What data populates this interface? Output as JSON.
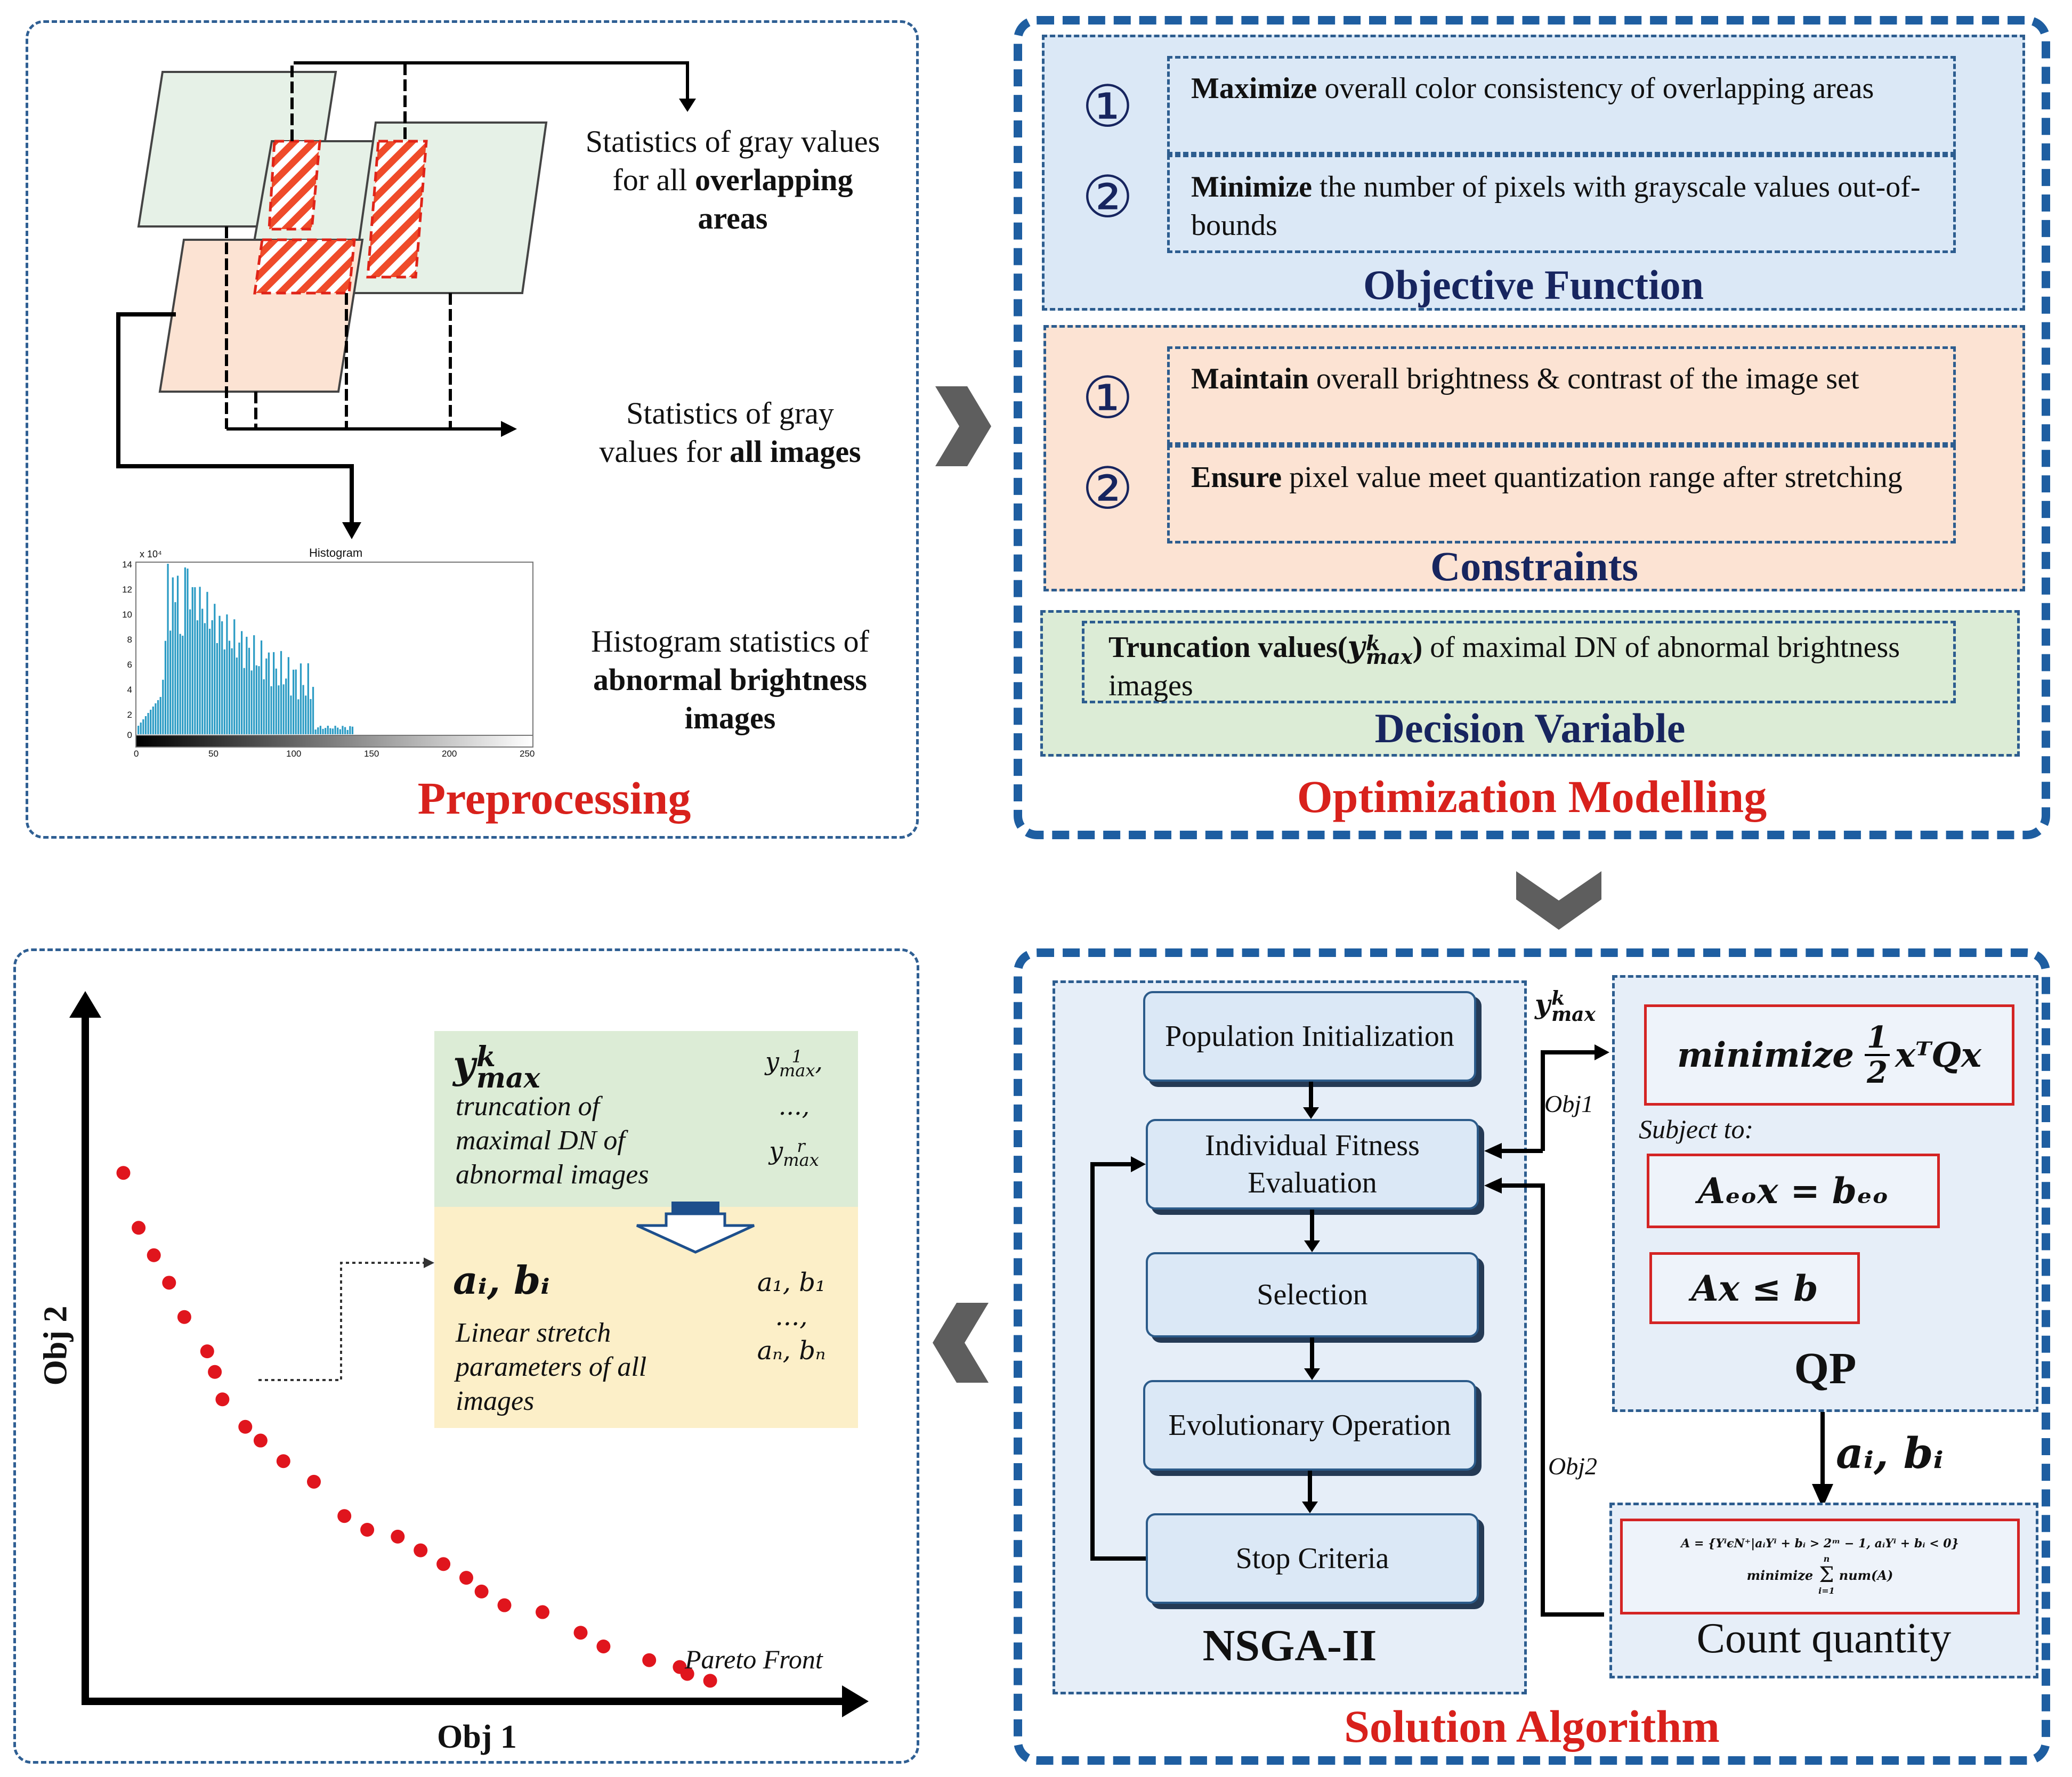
{
  "preprocessing": {
    "title": "Preprocessing",
    "overlap_text": [
      "Statistics of gray values",
      "for all ",
      "overlapping",
      "areas"
    ],
    "allimages_text": [
      "Statistics of gray",
      "values for ",
      "all images"
    ],
    "histogram_text": [
      "Histogram statistics of",
      "abnormal brightness",
      "images"
    ],
    "histogram": {
      "title": "Histogram",
      "exponent_label": "x 10⁴",
      "y_ticks": [
        "14",
        "12",
        "10",
        "8",
        "6",
        "4",
        "2",
        "0"
      ],
      "x_ticks": [
        "0",
        "50",
        "100",
        "150",
        "200",
        "250"
      ]
    }
  },
  "optimization": {
    "title": "Optimization Modelling",
    "objective": {
      "title": "Objective Function",
      "items": [
        {
          "num": "①",
          "bold": "Maximize",
          "rest": " overall color consistency of overlapping areas"
        },
        {
          "num": "②",
          "bold": "Minimize",
          "rest": " the number of  pixels with grayscale values out-of-bounds"
        }
      ]
    },
    "constraints": {
      "title": "Constraints",
      "items": [
        {
          "num": "①",
          "bold": "Maintain",
          "rest": "  overall brightness & contrast of the image set"
        },
        {
          "num": "②",
          "bold": "Ensure",
          "rest": "  pixel value meet quantization range after stretching"
        }
      ]
    },
    "decision": {
      "title": "Decision Variable",
      "bold": "Truncation values(",
      "var_base": "y",
      "var_sup": "k",
      "var_sub": "max",
      "bold_close": ")",
      "rest": " of maximal DN of abnormal brightness images"
    }
  },
  "solution": {
    "title": "Solution Algorithm",
    "nsga_label": "NSGA-II",
    "flow": [
      "Population Initialization",
      "Individual Fitness Evaluation",
      "Selection",
      "Evolutionary Operation",
      "Stop Criteria"
    ],
    "ymax_label": {
      "base": "y",
      "sup": "k",
      "sub": "max"
    },
    "obj1": "Obj1",
    "obj2": "Obj2",
    "qp": {
      "title": "QP",
      "minimize": "minimize",
      "frac_num": "1",
      "frac_den": "2",
      "objective_expr": "xᵀQx",
      "subject_to": "Subject to:",
      "eq_constraint": "Aₑₒx = bₑₒ",
      "ineq_constraint": "Ax ≤ b"
    },
    "ab_label": "aᵢ, bᵢ",
    "count": {
      "title": "Count quantity",
      "set_def": "A = {YⁱϵN⁺|aᵢYⁱ + bᵢ > 2ᵐ − 1,  aᵢYⁱ + bᵢ < 0}",
      "minimize": "minimize",
      "sum_top": "n",
      "sum_bottom": "i=1",
      "sum_term": "num(A)"
    }
  },
  "pareto": {
    "xlabel": "Obj 1",
    "ylabel": "Obj 2",
    "front_label": "Pareto Front",
    "legend_top": {
      "var": {
        "base": "y",
        "sup": "k",
        "sub": "max"
      },
      "desc": [
        "truncation of",
        "maximal DN of",
        "abnormal images"
      ],
      "list": [
        {
          "base": "y",
          "sup": "1",
          "sub": "max",
          "tail": ","
        },
        {
          "text": "...,"
        },
        {
          "base": "y",
          "sup": "r",
          "sub": "max",
          "tail": ""
        }
      ]
    },
    "legend_bottom": {
      "var": "aᵢ,  bᵢ",
      "desc": [
        "Linear stretch",
        "parameters of all",
        "images"
      ],
      "list": [
        "a₁, b₁",
        "...,",
        "aₙ, bₙ"
      ]
    },
    "colors": {
      "points": "#e0151d",
      "legend_top": "#dcecd6",
      "legend_bottom": "#fcefc8"
    }
  },
  "chart_data": {
    "type": "scatter",
    "title": "",
    "xlabel": "Obj 1",
    "ylabel": "Obj 2",
    "x": [
      0.05,
      0.07,
      0.09,
      0.11,
      0.13,
      0.16,
      0.17,
      0.18,
      0.21,
      0.23,
      0.26,
      0.3,
      0.34,
      0.37,
      0.41,
      0.44,
      0.47,
      0.5,
      0.52,
      0.55,
      0.6,
      0.65,
      0.68,
      0.74,
      0.78,
      0.79,
      0.82
    ],
    "y": [
      0.77,
      0.69,
      0.65,
      0.61,
      0.56,
      0.51,
      0.48,
      0.44,
      0.4,
      0.38,
      0.35,
      0.32,
      0.27,
      0.25,
      0.24,
      0.22,
      0.2,
      0.18,
      0.16,
      0.14,
      0.13,
      0.1,
      0.08,
      0.06,
      0.05,
      0.04,
      0.03
    ],
    "series": [
      {
        "name": "Pareto Front"
      }
    ],
    "xlim": [
      0,
      1
    ],
    "ylim": [
      0,
      1
    ]
  }
}
